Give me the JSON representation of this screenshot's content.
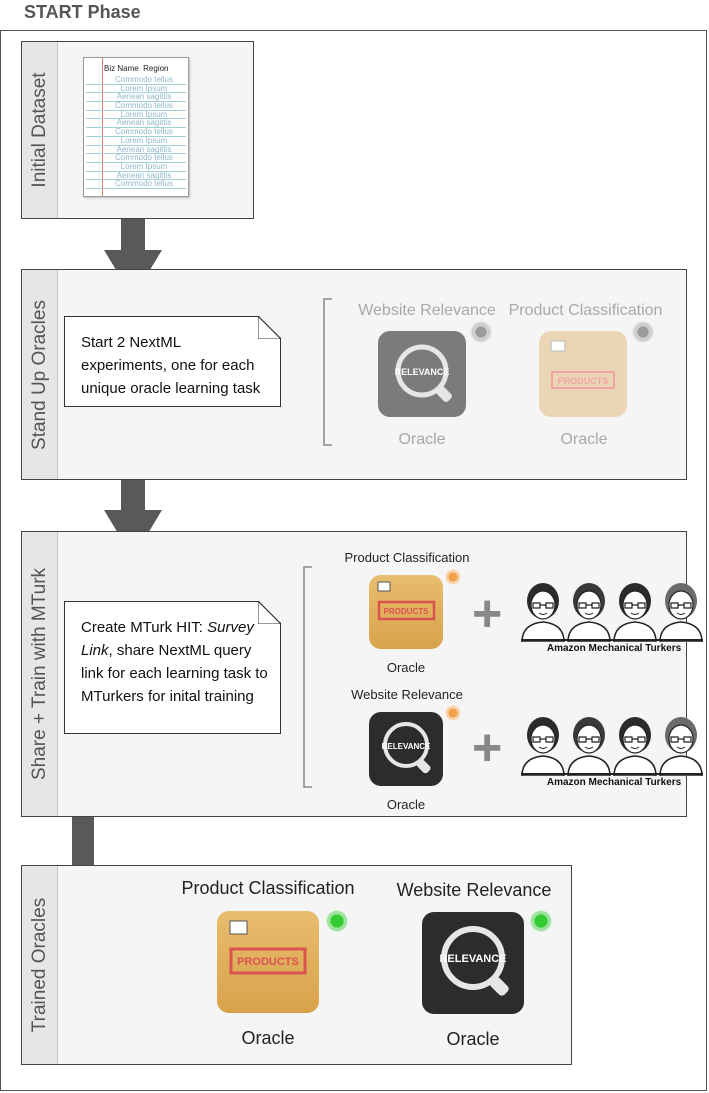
{
  "phase_title": "START Phase",
  "stages": {
    "initial": {
      "label": "Initial Dataset",
      "table_header": {
        "col1": "Biz Name",
        "col2": "Region"
      },
      "rows": [
        "Commodo tellus",
        "Lorem Ipsum",
        "Aenean sagittis",
        "Commodo tellus",
        "Lorem Ipsum",
        "Aenean sagittis",
        "Commodo tellus",
        "Lorem Ipsum",
        "Aenean sagittis",
        "Commodo tellus",
        "Lorem Ipsum",
        "Aenean sagittis",
        "Commodo tellus"
      ]
    },
    "standup": {
      "label": "Stand Up Oracles",
      "note": "Start 2 NextML experiments, one for each unique oracle learning task",
      "oracles": [
        {
          "title": "Website Relevance",
          "caption": "Oracle",
          "tile_text": "RELEVANCE"
        },
        {
          "title": "Product Classification",
          "caption": "Oracle",
          "tile_text": "PRODUCTS"
        }
      ]
    },
    "share": {
      "label": "Share + Train with MTurk",
      "note_em": "Create MTurk HIT: ",
      "note_italic": "Survey Link",
      "note_rest": ", share NextML query link for each learning task to MTurkers for inital training",
      "rows": [
        {
          "title": "Product Classification",
          "caption": "Oracle",
          "tile_text": "PRODUCTS",
          "plus": "+",
          "crowd": "Amazon Mechanical Turkers"
        },
        {
          "title": "Website Relevance",
          "caption": "Oracle",
          "tile_text": "RELEVANCE",
          "plus": "+",
          "crowd": "Amazon Mechanical Turkers"
        }
      ]
    },
    "trained": {
      "label": "Trained Oracles",
      "oracles": [
        {
          "title": "Product Classification",
          "caption": "Oracle",
          "tile_text": "PRODUCTS"
        },
        {
          "title": "Website Relevance",
          "caption": "Oracle",
          "tile_text": "RELEVANCE"
        }
      ]
    }
  },
  "colors": {
    "arrow": "#595959",
    "status_idle": "#9a9a9a",
    "status_training": "#f0a24a",
    "status_ready": "#33cc33",
    "box_brown": "#dba84f",
    "relevance_dark": "#2c2c2c",
    "products_red": "#d9534f"
  }
}
